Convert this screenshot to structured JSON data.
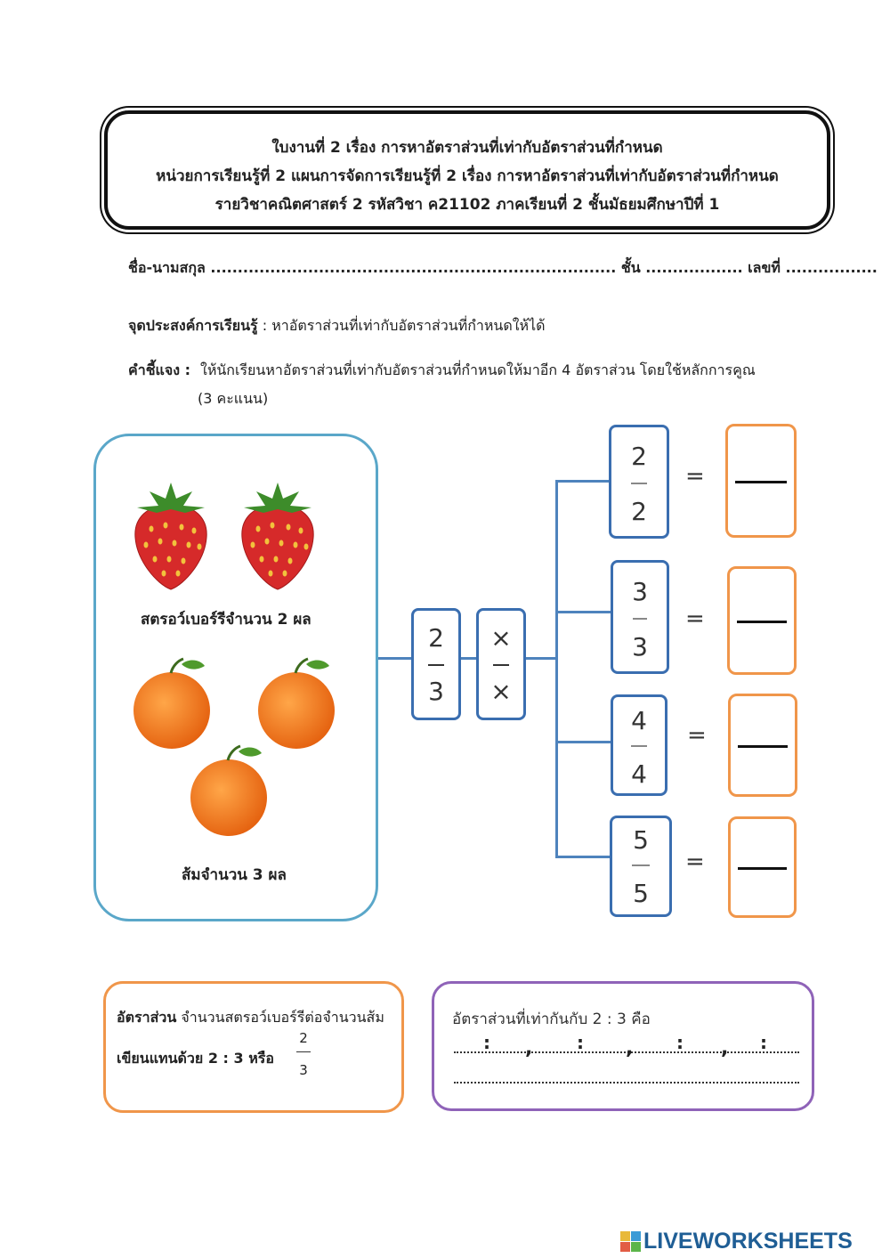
{
  "header": {
    "line1": "ใบงานที่ 2 เรื่อง การหาอัตราส่วนที่เท่ากับอัตราส่วนที่กำหนด",
    "line2": "หน่วยการเรียนรู้ที่ 2 แผนการจัดการเรียนรู้ที่ 2 เรื่อง การหาอัตราส่วนที่เท่ากับอัตราส่วนที่กำหนด",
    "line3": "รายวิชาคณิตศาสตร์ 2 รหัสวิชา ค21102 ภาคเรียนที่ 2  ชั้นมัธยมศึกษาปีที่ 1"
  },
  "student_info": {
    "text": "ชื่อ-นามสกุล ........................................................................... ชั้น .................. เลขที่ ................."
  },
  "objective": {
    "label": "จุดประสงค์การเรียนรู้",
    "text": " : หาอัตราส่วนที่เท่ากับอัตราส่วนที่กำหนดให้ได้"
  },
  "instructions": {
    "label": "คำชี้แจง :",
    "text": "ให้นักเรียนหาอัตราส่วนที่เท่ากับอัตราส่วนที่กำหนดให้มาอีก 4 อัตราส่วน โดยใช้หลักการคูณ",
    "score": "(3 คะแนน)"
  },
  "pictures": {
    "strawberry_caption": "สตรอว์เบอร์รีจำนวน 2 ผล",
    "orange_caption": "ส้มจำนวน 3 ผล",
    "strawberry_icon": "strawberry-icon",
    "orange_icon": "orange-icon"
  },
  "base_fraction": {
    "num": "2",
    "den": "3"
  },
  "multiplier": {
    "num": "×",
    "den": "×"
  },
  "multipliers": [
    {
      "num": "2",
      "den": "2"
    },
    {
      "num": "3",
      "den": "3"
    },
    {
      "num": "4",
      "den": "4"
    },
    {
      "num": "5",
      "den": "5"
    }
  ],
  "equals": "=",
  "definition": {
    "label": "อัตราส่วน",
    "text": " จำนวนสตรอว์เบอร์รีต่อจำนวนส้ม",
    "write_label": "เขียนแทนด้วย  2 : 3 หรือ",
    "frac_num": "2",
    "frac_den": "3"
  },
  "answer_area": {
    "prompt": "อัตราส่วนที่เท่ากันกับ 2 : 3 คือ",
    "colon": ":",
    "comma": ","
  },
  "footer": {
    "brand": "LIVEWORKSHEETS"
  },
  "colors": {
    "blue_border": "#3a6eb0",
    "orange_border": "#f0964a",
    "purple_border": "#8f63b8",
    "picture_border": "#5aa7c9"
  }
}
